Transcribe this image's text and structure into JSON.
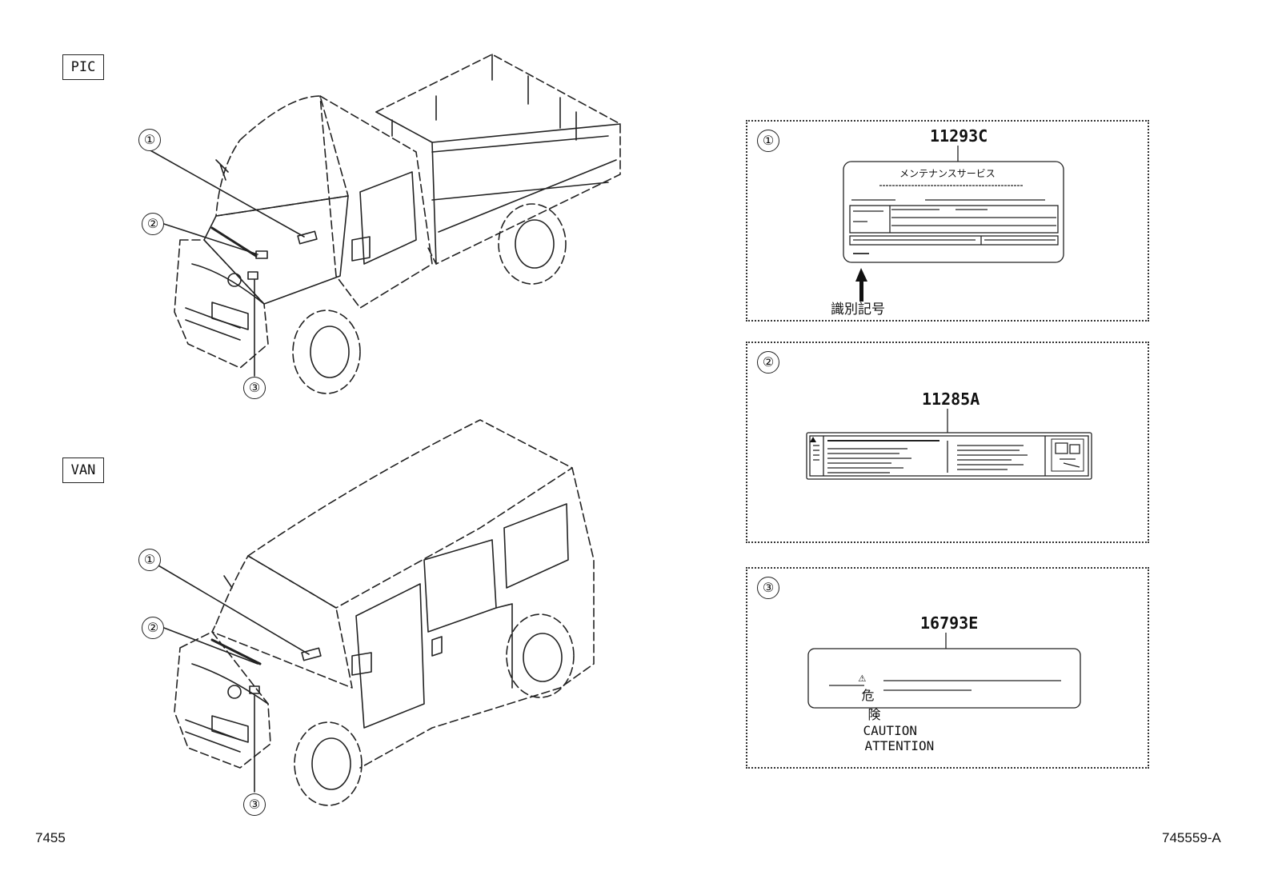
{
  "sections": [
    {
      "tag": "PIC",
      "callouts": [
        "①",
        "②",
        "③"
      ]
    },
    {
      "tag": "VAN",
      "callouts": [
        "①",
        "②",
        "③"
      ]
    }
  ],
  "panels": [
    {
      "number": "①",
      "part_no": "11293C",
      "label_title": "メンテナンスサービス",
      "arrow_label": "識別記号"
    },
    {
      "number": "②",
      "part_no": "11285A"
    },
    {
      "number": "③",
      "part_no": "16793E",
      "caution_words": [
        "⚠",
        "危",
        "険",
        "CAUTION",
        "ATTENTION"
      ]
    }
  ],
  "footer": {
    "left": "7455",
    "right": "745559-A"
  }
}
